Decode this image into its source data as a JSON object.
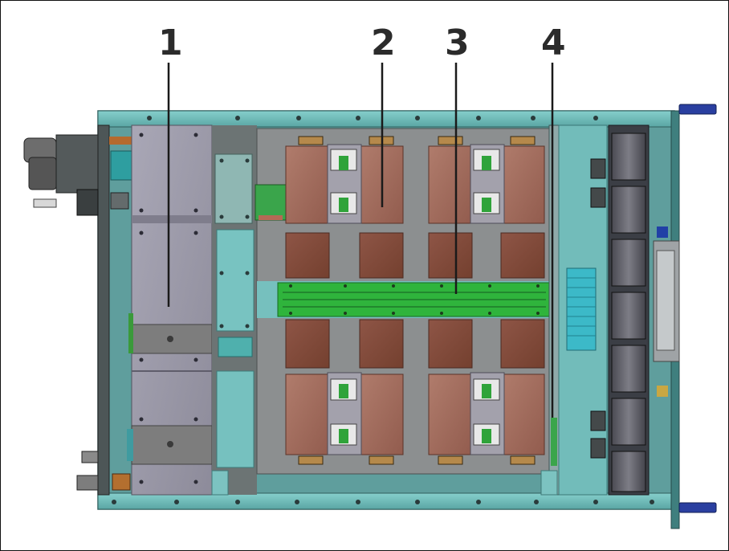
{
  "figure": {
    "callouts": [
      {
        "id": "1",
        "label": "1"
      },
      {
        "id": "2",
        "label": "2"
      },
      {
        "id": "3",
        "label": "3"
      },
      {
        "id": "4",
        "label": "4"
      }
    ]
  },
  "colors": {
    "chassis_frame": "#6fb5b4",
    "chassis_frame_dark": "#3e8584",
    "heatsink_plate": "#9c9aa8",
    "copper_plate": "#a46f5f",
    "pcb_green": "#2ea83a",
    "fan": "#5c5c64",
    "handle_blue": "#2a3fa0",
    "teal_panel": "#77c4c2",
    "grey_base": "#8e9091"
  }
}
